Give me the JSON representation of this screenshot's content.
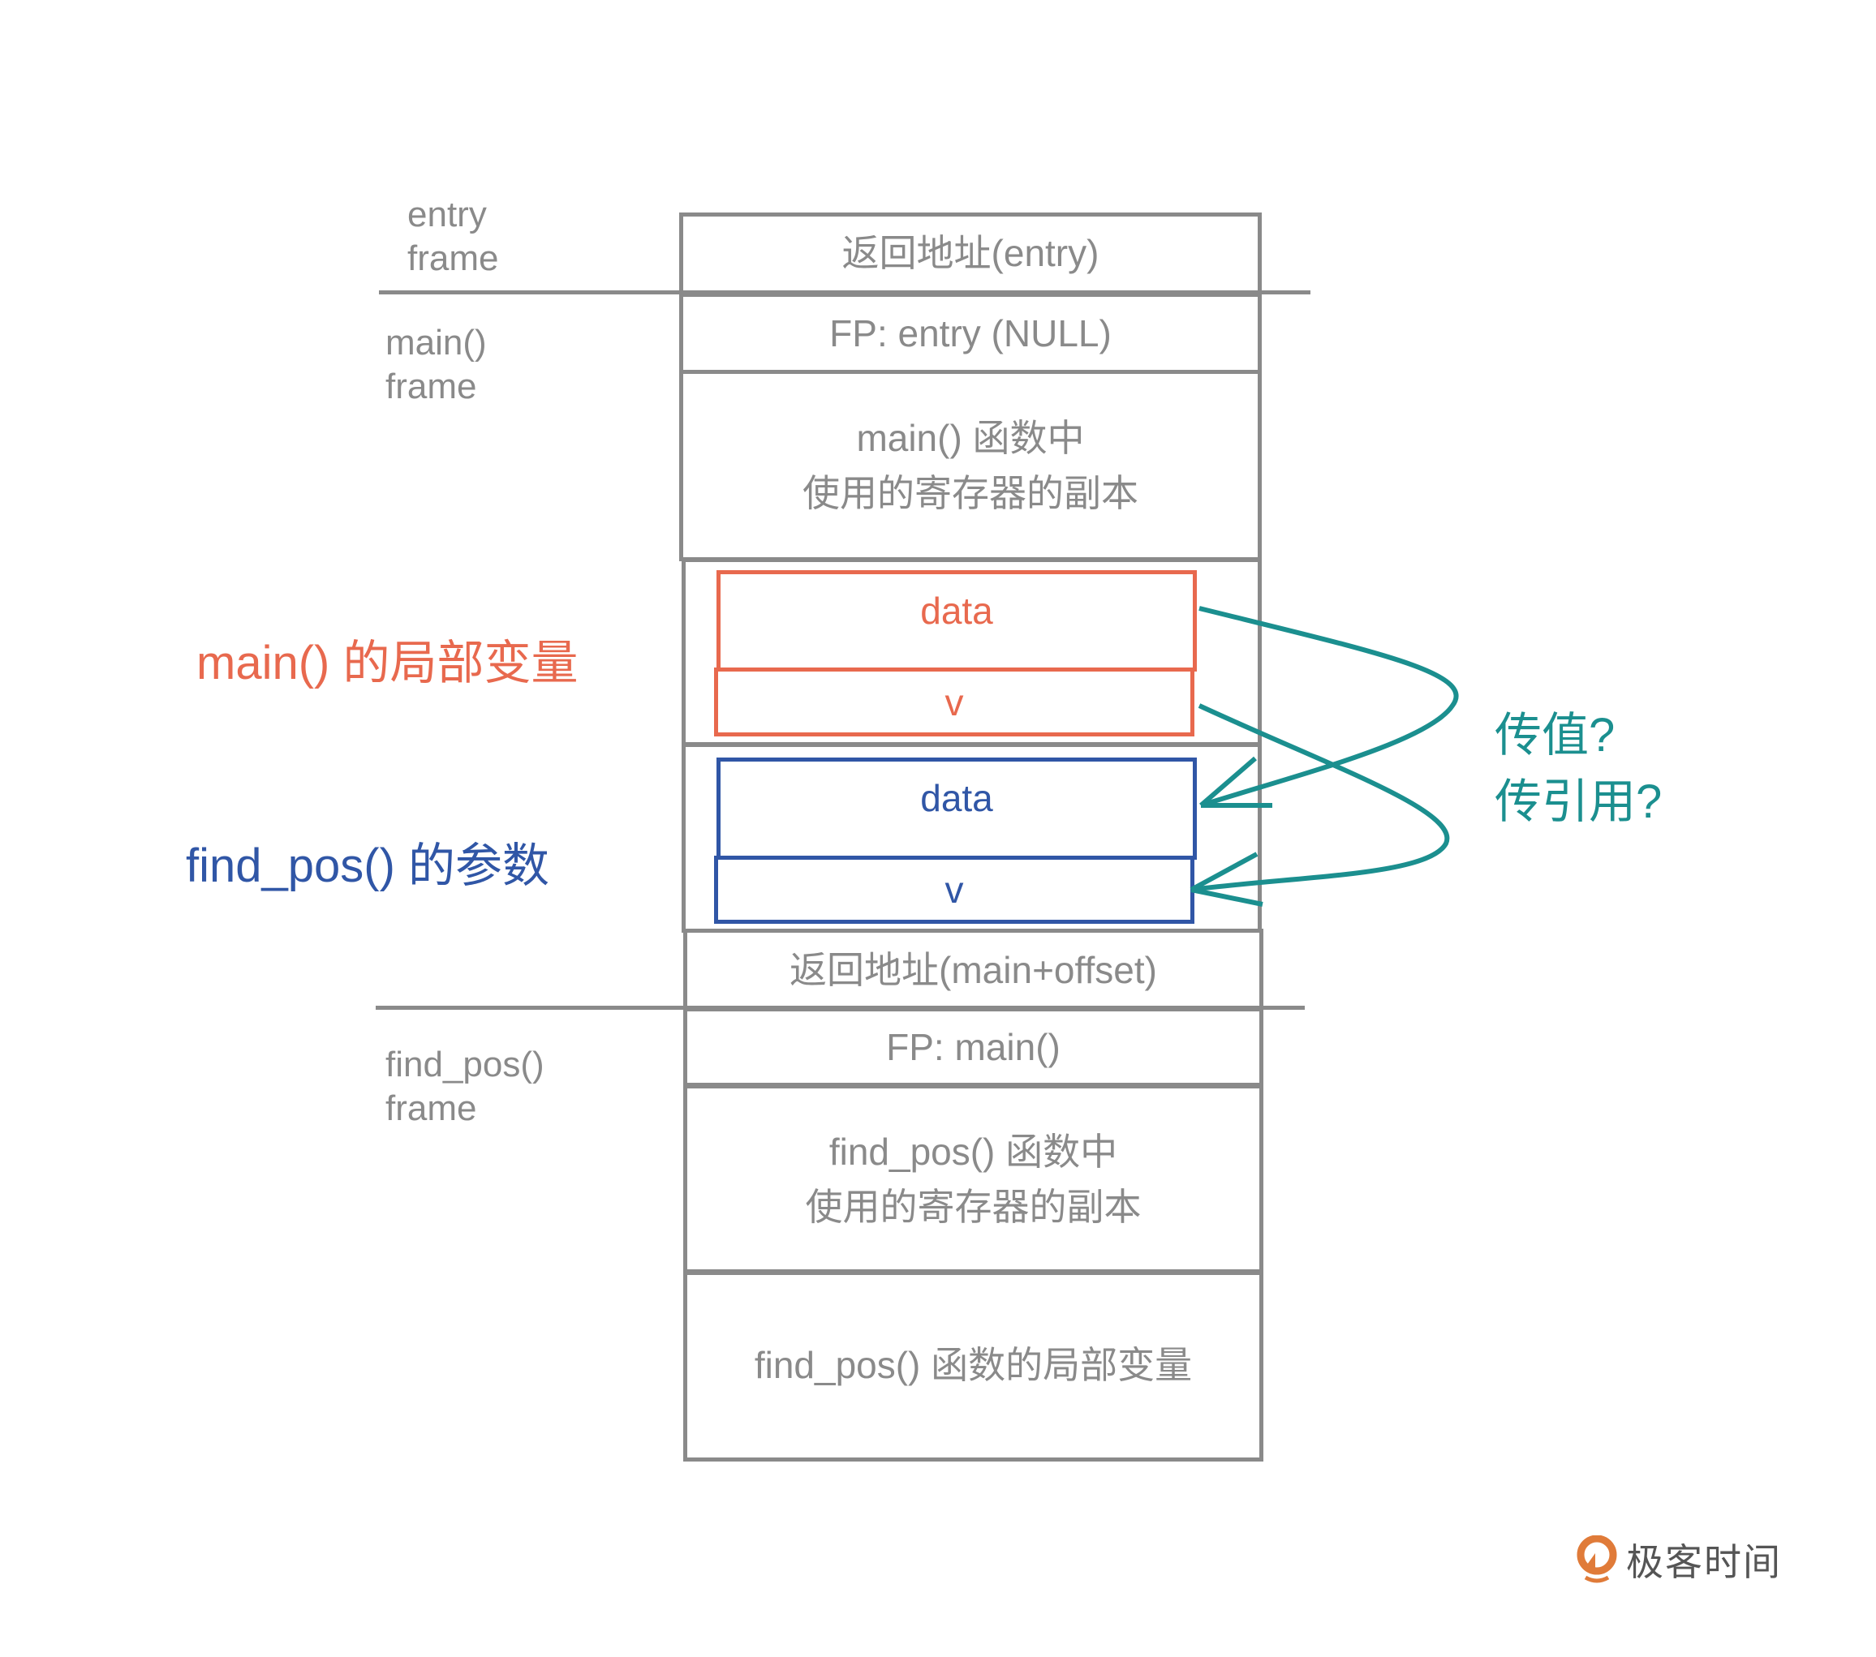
{
  "frames": {
    "entry": "entry\nframe",
    "main": "main()\nframe",
    "find_pos": "find_pos()\nframe"
  },
  "stack": {
    "entry_return": "返回地址(entry)",
    "main_fp": "FP: entry (NULL)",
    "main_registers": "main() 函数中\n使用的寄存器的副本",
    "main_return": "返回地址(main+offset)",
    "find_pos_fp": "FP: main()",
    "find_pos_registers": "find_pos() 函数中\n使用的寄存器的副本",
    "find_pos_locals": "find_pos() 函数的局部变量"
  },
  "main_locals": {
    "label": "main() 的局部变量",
    "data": "data",
    "v": "v"
  },
  "find_pos_params": {
    "label": "find_pos() 的参数",
    "data": "data",
    "v": "v"
  },
  "question": {
    "line1": "传值?",
    "line2": "传引用?"
  },
  "logo": {
    "text": "极客时间"
  },
  "colors": {
    "gray": "#8a8a8a",
    "orange": "#e8694e",
    "blue": "#3056a6",
    "teal": "#1b8f8f",
    "logo_orange": "#e07b39"
  }
}
